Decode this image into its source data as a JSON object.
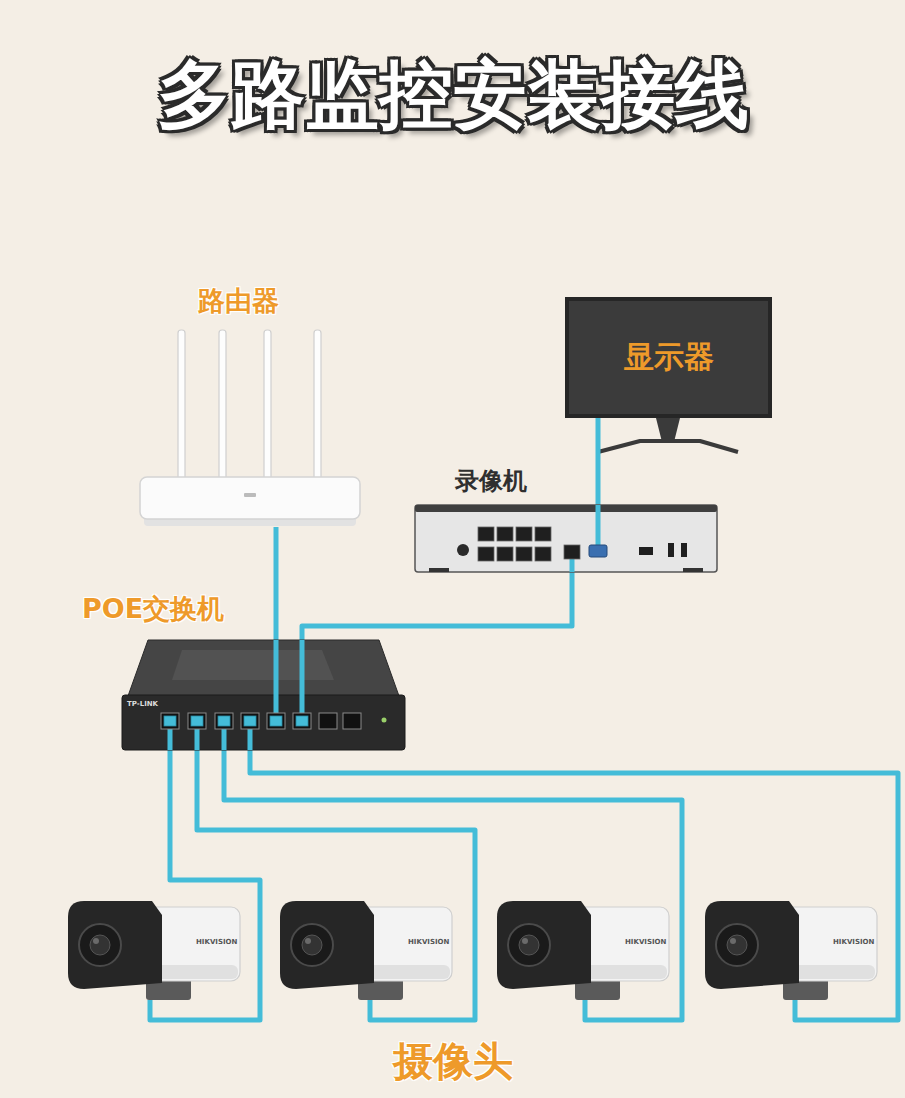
{
  "diagram": {
    "title": "多路监控安装接线",
    "nodes": [
      {
        "text": [
          "路由器"
        ]
      },
      {
        "text": [
          "显示器"
        ]
      },
      {
        "text": [
          "录像机"
        ]
      },
      {
        "text": [
          "POE交换机",
          "TP-LINK"
        ]
      },
      {
        "text": [
          "HIKVISION"
        ]
      },
      {
        "text": [
          "HIKVISION"
        ]
      },
      {
        "text": [
          "HIKVISION"
        ]
      },
      {
        "text": [
          "HIKVISION"
        ]
      }
    ],
    "edges": [
      {
        "from": 0,
        "to": 3,
        "arrow": "none"
      },
      {
        "from": 2,
        "to": 1,
        "arrow": "none"
      },
      {
        "from": 3,
        "to": 2,
        "arrow": "none"
      },
      {
        "from": 3,
        "to": 4,
        "arrow": "none"
      },
      {
        "from": 3,
        "to": 5,
        "arrow": "none"
      },
      {
        "from": 3,
        "to": 6,
        "arrow": "none"
      },
      {
        "from": 3,
        "to": 7,
        "arrow": "none"
      }
    ],
    "labels": [
      "摄像头"
    ]
  }
}
